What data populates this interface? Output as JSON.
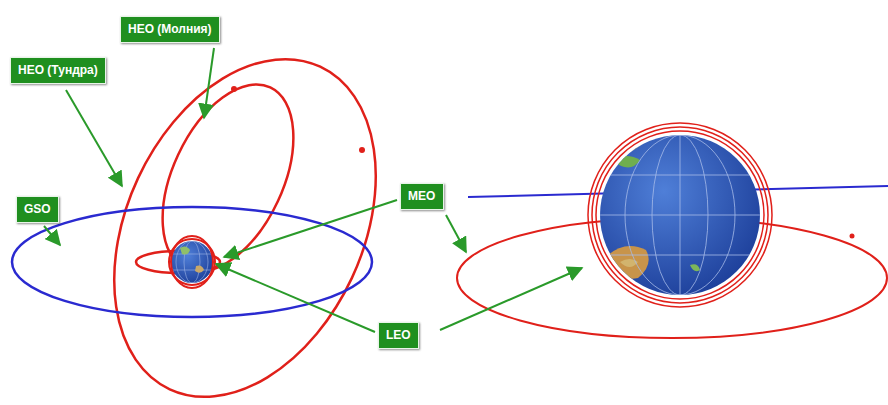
{
  "diagram": {
    "nodes": [
      {
        "text": [
          "HEO (Молния)"
        ]
      },
      {
        "text": [
          "HEO (Тундра)"
        ]
      },
      {
        "text": [
          "MEO"
        ]
      },
      {
        "text": [
          "GSO"
        ]
      },
      {
        "text": [
          "LEO"
        ]
      }
    ]
  }
}
